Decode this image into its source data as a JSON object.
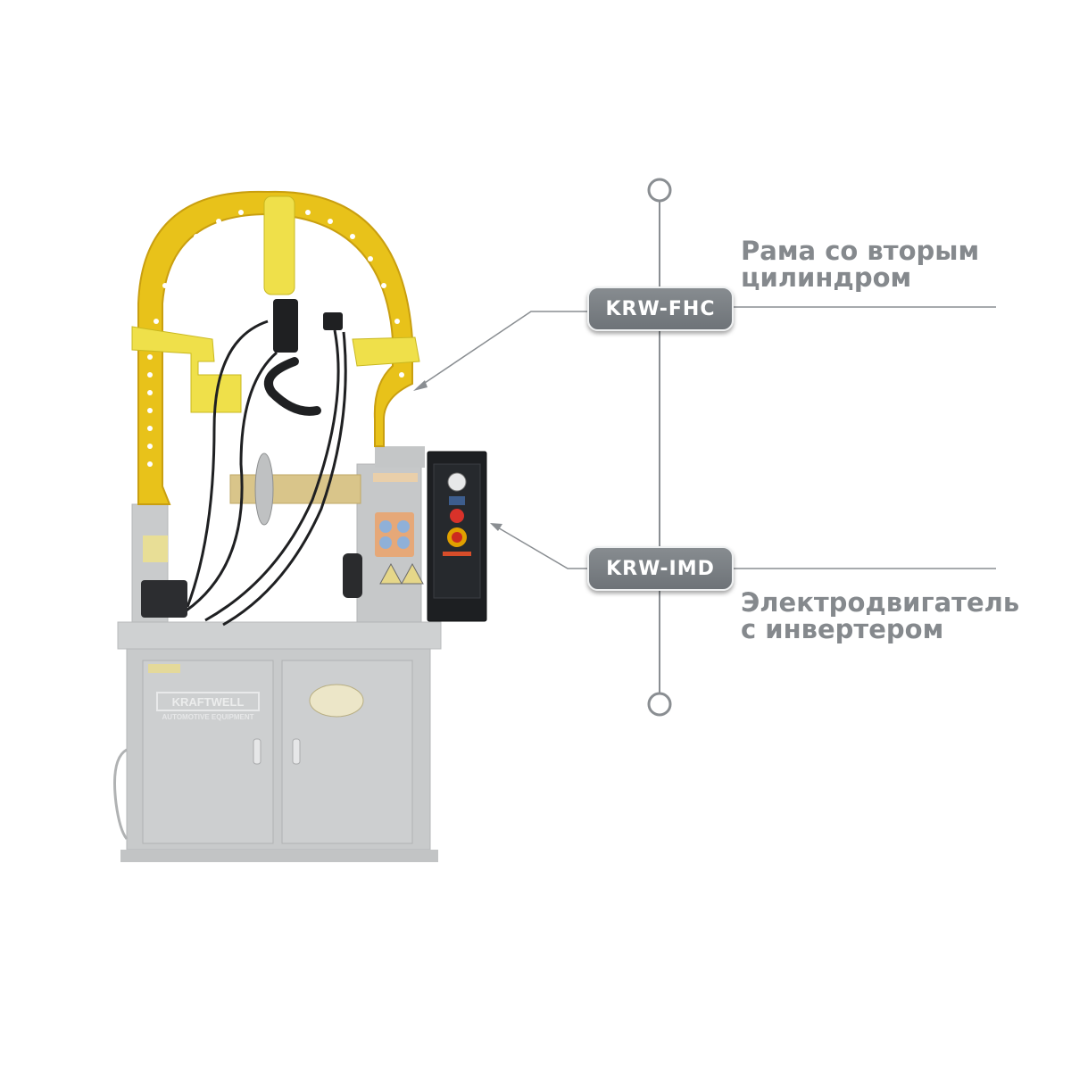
{
  "product": {
    "brand_logo_text": "KRAFTWELL",
    "brand_sub_text": "AUTOMOTIVE EQUIPMENT"
  },
  "callouts": [
    {
      "code": "KRW-FHC",
      "description_lines": [
        "Рама со вторым",
        "цилиндром"
      ]
    },
    {
      "code": "KRW-IMD",
      "description_lines": [
        "Электродвигатель",
        "с инвертером"
      ]
    }
  ],
  "colors": {
    "frame_yellow": "#e8c21a",
    "machine_grey": "#c9cbcc",
    "control_box_black": "#1d1f22",
    "badge_grey": "#7a7f84",
    "label_grey": "#85898d",
    "line_grey": "#8a8e92"
  }
}
